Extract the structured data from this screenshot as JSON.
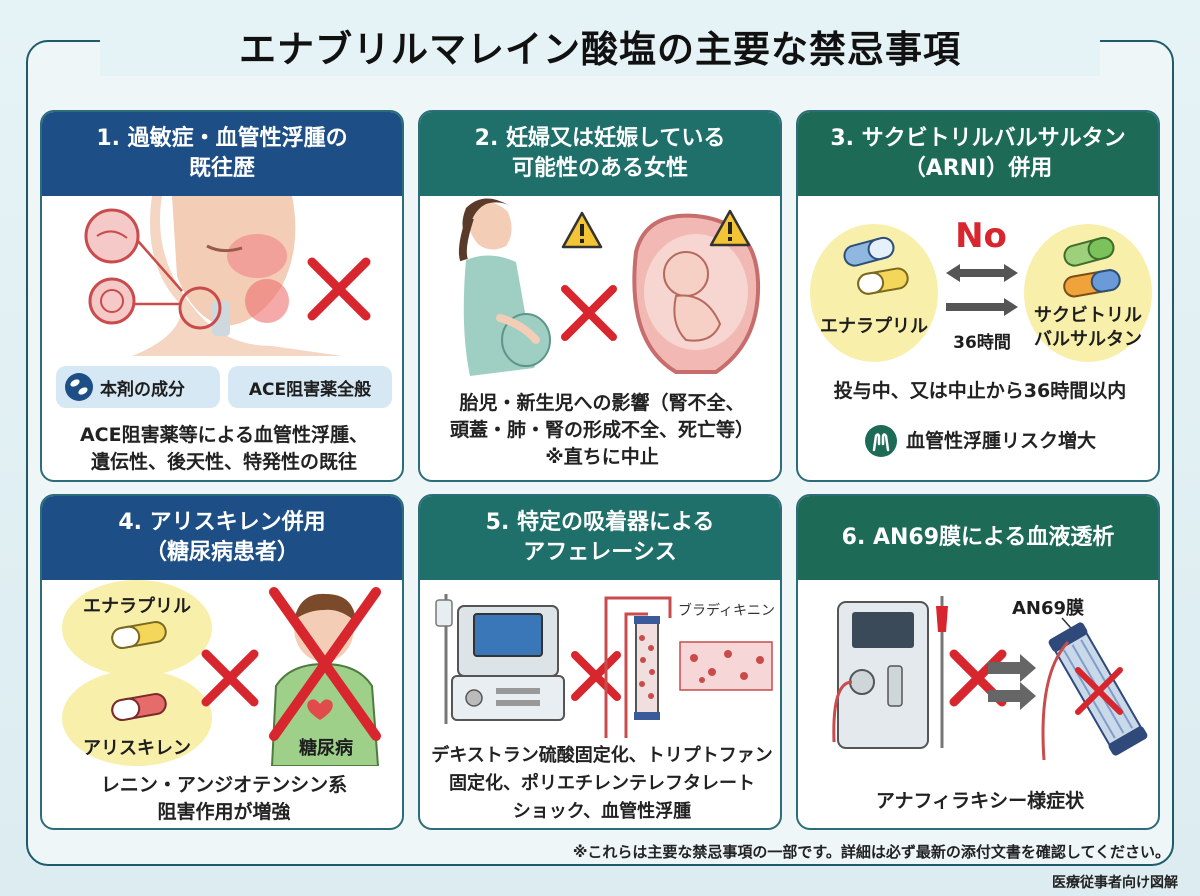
{
  "title": "エナブリルマレイン酸塩の主要な禁忌事項",
  "cards": [
    {
      "header": [
        "1. 過敏症・血管性浮腫の",
        "既往歴"
      ],
      "pills": [
        "本剤の成分",
        "ACE阻害薬全般"
      ],
      "body": [
        "ACE阻害薬等による血管性浮腫、",
        "遺伝性、後天性、特発性の既往"
      ]
    },
    {
      "header": [
        "2. 妊婦又は妊娠している",
        "可能性のある女性"
      ],
      "body": [
        "胎児・新生児への影響（腎不全、",
        "頭蓋・肺・腎の形成不全、死亡等）",
        "※直ちに中止"
      ]
    },
    {
      "header": [
        "3. サクビトリルバルサルタン",
        "（ARNI）併用"
      ],
      "no_label": "No",
      "drug_left": "エナラプリル",
      "drug_right": [
        "サクビトリル",
        "バルサルタン"
      ],
      "interval": "36時間",
      "body": [
        "投与中、又は中止から36時間以内"
      ],
      "risk": "血管性浮腫リスク増大"
    },
    {
      "header": [
        "4. アリスキレン併用",
        "（糖尿病患者）"
      ],
      "drug_top": "エナラプリル",
      "drug_bottom": "アリスキレン",
      "patient": "糖尿病",
      "body": [
        "レニン・アンジオテンシン系",
        "阻害作用が増強"
      ]
    },
    {
      "header": [
        "5. 特定の吸着器による",
        "アフェレーシス"
      ],
      "tag": "ブラディキニン",
      "body": [
        "デキストラン硫酸固定化、トリプトファン",
        "固定化、ポリエチレンテレフタレート",
        "ショック、血管性浮腫"
      ]
    },
    {
      "header": [
        "6. AN69膜による血液透析"
      ],
      "tag": "AN69膜",
      "body": [
        "アナフィラキシー様症状"
      ]
    }
  ],
  "footnote": "※これらは主要な禁忌事項の一部です。詳細は必ず最新の添付文書を確認してください。",
  "credit": "医療従事者向け図解",
  "colors": {
    "header_blue": "#1d4f86",
    "header_teal": "#1f6f6a",
    "header_green": "#1d6b57",
    "cross_red": "#d8262e",
    "pill_blue": "#d6e8f4",
    "bubble_yellow": "#f7efaa"
  }
}
